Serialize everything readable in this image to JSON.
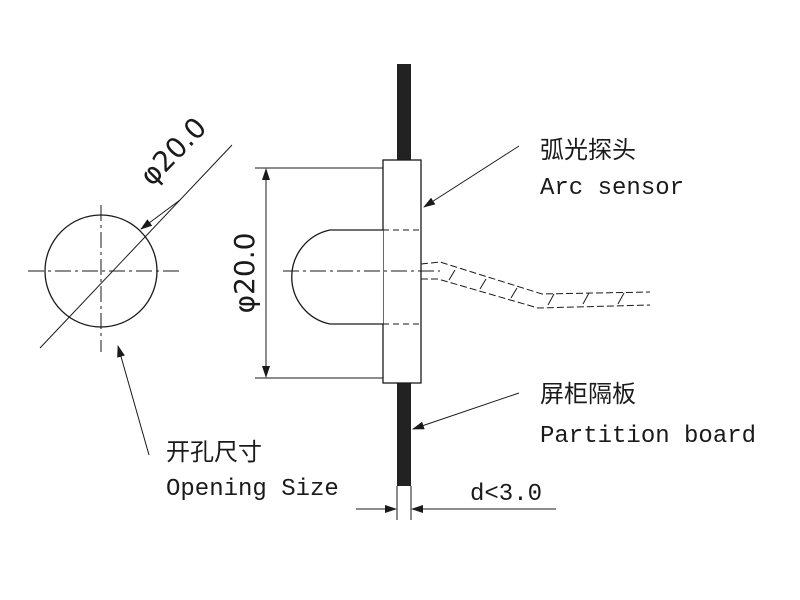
{
  "opening": {
    "dimension_label": "φ20.0",
    "label_cn": "开孔尺寸",
    "label_en": "Opening Size"
  },
  "sensor": {
    "dimension_label": "φ20.0",
    "label_cn": "弧光探头",
    "label_en": "Arc sensor"
  },
  "board": {
    "label_cn": "屏柜隔板",
    "label_en": "Partition board",
    "thickness_label": "d<3.0"
  },
  "colors": {
    "line": "#1a1a1a",
    "board_fill": "#222222",
    "background": "#ffffff"
  }
}
